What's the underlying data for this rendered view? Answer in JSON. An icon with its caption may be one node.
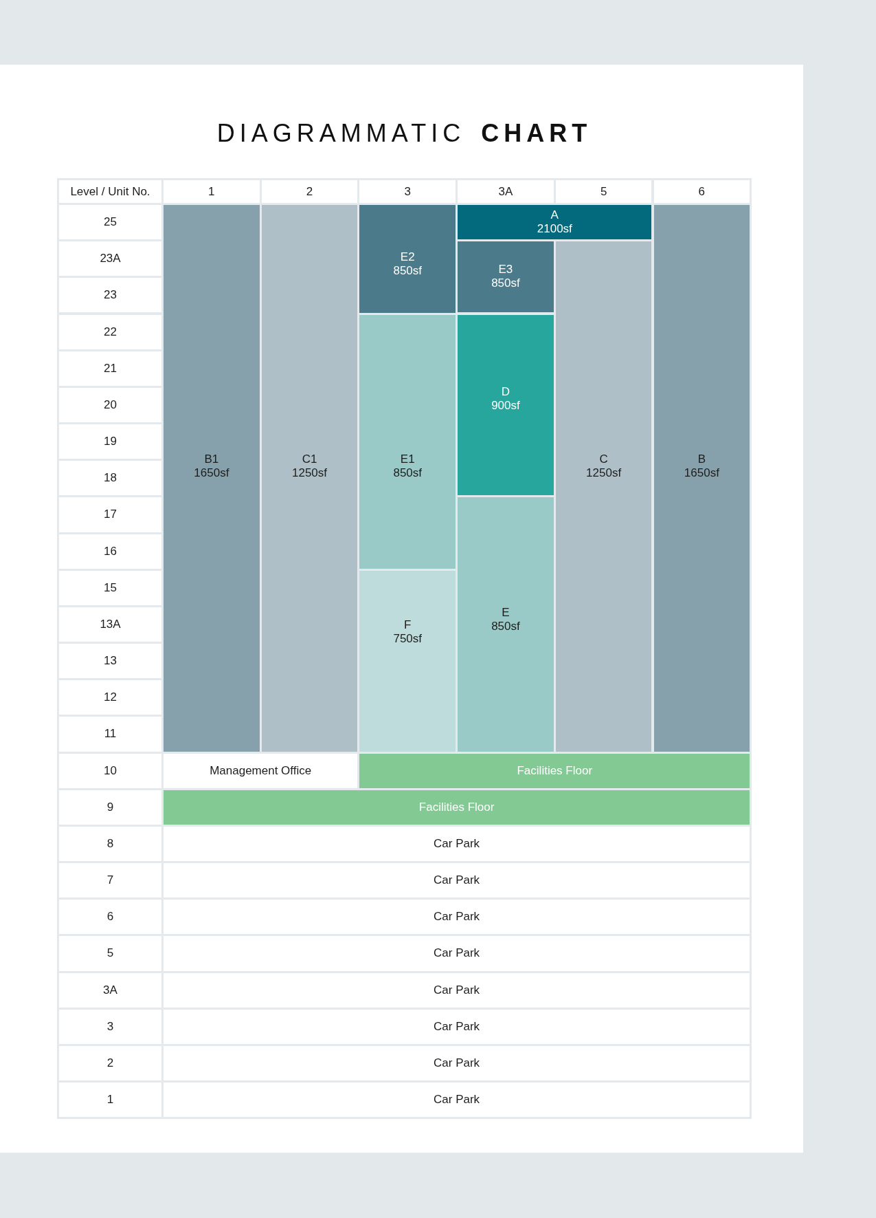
{
  "diagram": {
    "title": "DIAGRAMMATIC **CHART**",
    "nodes": [
      {
        "text": [
          "B1",
          "1650sf"
        ]
      },
      {
        "text": [
          "C1",
          "1250sf"
        ]
      },
      {
        "text": [
          "E2",
          "850sf"
        ]
      },
      {
        "text": [
          "A",
          "2100sf"
        ]
      },
      {
        "text": [
          "B",
          "1650sf"
        ]
      },
      {
        "text": [
          "E3",
          "850sf"
        ]
      },
      {
        "text": [
          "C",
          "1250sf"
        ]
      },
      {
        "text": [
          "E1",
          "850sf"
        ]
      },
      {
        "text": [
          "D",
          "900sf"
        ]
      },
      {
        "text": [
          "E",
          "850sf"
        ]
      },
      {
        "text": [
          "F",
          "750sf"
        ]
      },
      {
        "text": [
          "Management Office"
        ]
      },
      {
        "text": [
          "Facilities Floor"
        ]
      },
      {
        "text": [
          "Facilities Floor"
        ]
      },
      {
        "text": [
          "Car Park"
        ]
      },
      {
        "text": [
          "Car Park"
        ]
      },
      {
        "text": [
          "Car Park"
        ]
      },
      {
        "text": [
          "Car Park"
        ]
      },
      {
        "text": [
          "Car Park"
        ]
      },
      {
        "text": [
          "Car Park"
        ]
      },
      {
        "text": [
          "Car Park"
        ]
      },
      {
        "text": [
          "Car Park"
        ]
      }
    ],
    "labels": [
      "Level / Unit No.",
      "1",
      "2",
      "3",
      "3A",
      "5",
      "6",
      "25",
      "23A",
      "23",
      "22",
      "21",
      "20",
      "19",
      "18",
      "17",
      "16",
      "15",
      "13A",
      "13",
      "12",
      "11",
      "10",
      "9",
      "8",
      "7",
      "6",
      "5",
      "3A",
      "3",
      "2",
      "1"
    ]
  }
}
